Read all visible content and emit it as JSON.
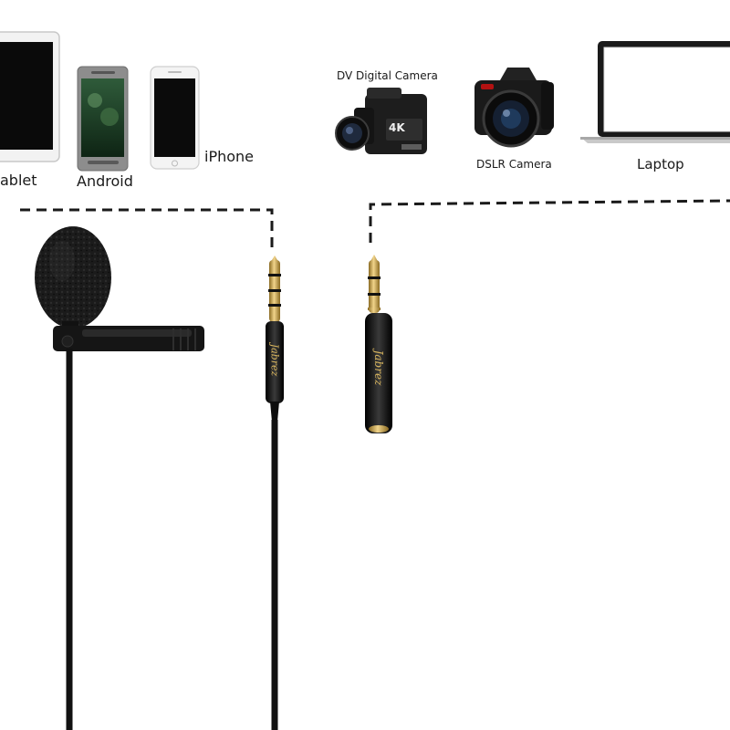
{
  "devices": {
    "tablet": {
      "label": "ablet",
      "icon": "tablet-icon"
    },
    "android": {
      "label": "Android",
      "icon": "android-phone-icon"
    },
    "iphone": {
      "label": "iPhone",
      "icon": "iphone-icon"
    },
    "dv_camera": {
      "label": "DV Digital Camera",
      "icon": "camcorder-icon"
    },
    "dslr": {
      "label": "DSLR Camera",
      "icon": "dslr-camera-icon"
    },
    "laptop": {
      "label": "Laptop",
      "icon": "laptop-icon"
    }
  },
  "camcorder_badge": "4K",
  "plug_brand": "Jabrez",
  "adapter_brand": "Jabrez",
  "colors": {
    "cable": "#111111",
    "gold": "#c9a44a",
    "dash": "#1a1a1a"
  }
}
